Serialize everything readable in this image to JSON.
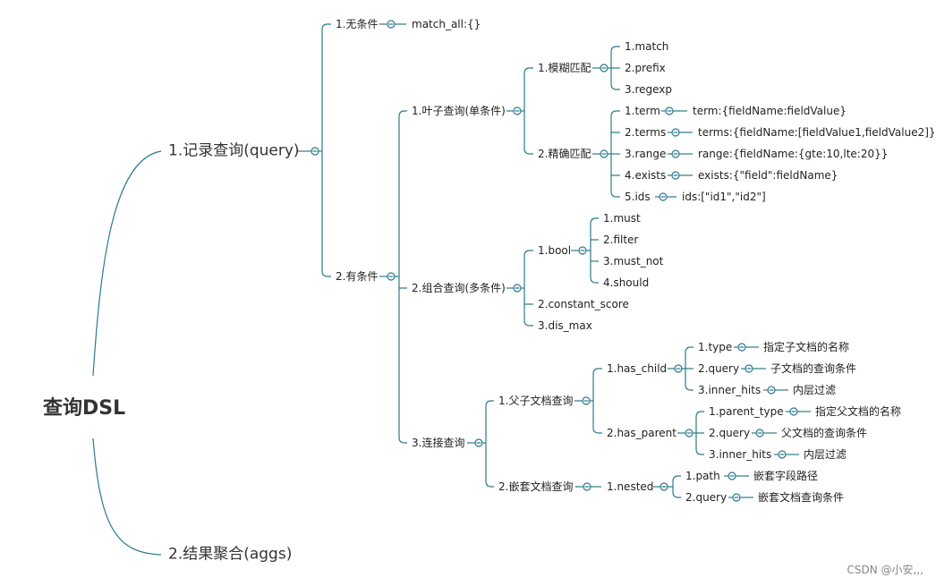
{
  "root": "查询DSL",
  "query": "1.记录查询(query)",
  "aggs": "2.结果聚合(aggs)",
  "no_condition": "1.无条件",
  "match_all": "match_all:{}",
  "with_condition": "2.有条件",
  "leaf_query": "1.叶子查询(单条件)",
  "fuzzy": "1.模糊匹配",
  "fuzzy_items": [
    "1.match",
    "2.prefix",
    "3.regexp"
  ],
  "exact": "2.精确匹配",
  "exact_items": [
    {
      "name": "1.term",
      "value": "term:{fieldName:fieldValue}"
    },
    {
      "name": "2.terms",
      "value": "terms:{fieldName:[fieldValue1,fieldValue2]}"
    },
    {
      "name": "3.range",
      "value": "range:{fieldName:{gte:10,lte:20}}"
    },
    {
      "name": "4.exists",
      "value": "exists:{\"field\":fieldName}"
    },
    {
      "name": "5.ids",
      "value": "ids:[\"id1\",\"id2\"]"
    }
  ],
  "compound_query": "2.组合查询(多条件)",
  "bool": "1.bool",
  "bool_items": [
    "1.must",
    "2.filter",
    "3.must_not",
    "4.should"
  ],
  "constant_score": "2.constant_score",
  "dis_max": "3.dis_max",
  "join_query": "3.连接查询",
  "parent_child": "1.父子文档查询",
  "has_child": "1.has_child",
  "has_child_items": [
    {
      "name": "1.type",
      "value": "指定子文档的名称"
    },
    {
      "name": "2.query",
      "value": "子文档的查询条件"
    },
    {
      "name": "3.inner_hits",
      "value": "内层过滤"
    }
  ],
  "has_parent": "2.has_parent",
  "has_parent_items": [
    {
      "name": "1.parent_type",
      "value": "指定父文档的名称"
    },
    {
      "name": "2.query",
      "value": "父文档的查询条件"
    },
    {
      "name": "3.inner_hits",
      "value": "内层过滤"
    }
  ],
  "nested_doc": "2.嵌套文档查询",
  "nested": "1.nested",
  "nested_items": [
    {
      "name": "1.path",
      "value": "嵌套字段路径"
    },
    {
      "name": "2.query",
      "value": "嵌套文档查询条件"
    }
  ],
  "watermark": "CSDN @小安,,,",
  "colors": {
    "line": "#2b7a8c",
    "text": "#222222"
  }
}
